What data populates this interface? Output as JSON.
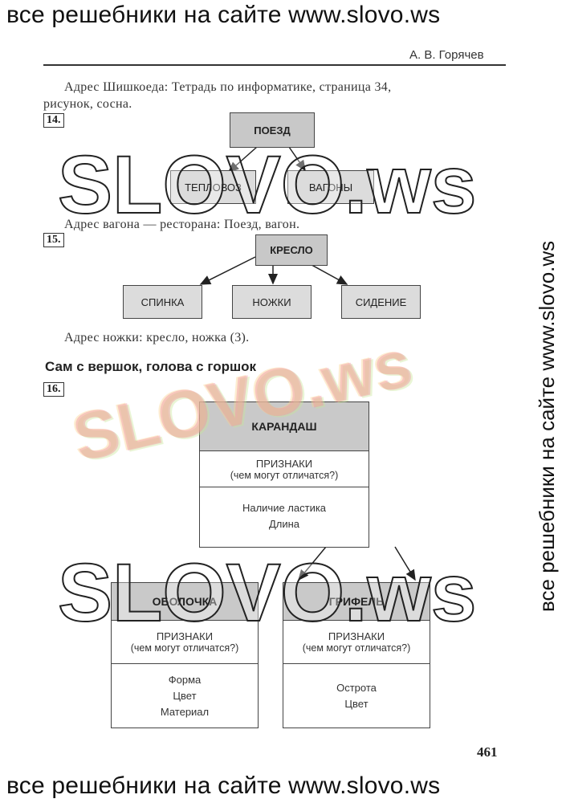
{
  "banner_top": "все решебники на сайте www.slovo.ws",
  "banner_bottom": "все решебники на сайте www.slovo.ws",
  "banner_side": "все решебники на сайте www.slovo.ws",
  "author": "А. В. Горячев",
  "task13_answer": {
    "line1": "Адрес Шишкоеда: Тетрадь по информатике, страница 34,",
    "line2": "рисунок, сосна."
  },
  "task14": {
    "number": "14.",
    "root": "ПОЕЗД",
    "children": [
      "ТЕПЛОВОЗ",
      "ВАГОНЫ"
    ],
    "answer": "Адрес вагона — ресторана: Поезд, вагон."
  },
  "task15": {
    "number": "15.",
    "root": "КРЕСЛО",
    "children": [
      "СПИНКА",
      "НОЖКИ",
      "СИДЕНИЕ"
    ],
    "answer": "Адрес ножки: кресло, ножка (3)."
  },
  "riddle": "Сам с вершок, голова с горшок",
  "task16": {
    "number": "16.",
    "root": {
      "title": "КАРАНДАШ",
      "features_label": "ПРИЗНАКИ",
      "features_sub": "(чем могут отличатся?)",
      "values": [
        "Наличие ластика",
        "Длина"
      ]
    },
    "left": {
      "title": "ОБОЛОЧКА",
      "features_label": "ПРИЗНАКИ",
      "features_sub": "(чем могут отличатся?)",
      "values": [
        "Форма",
        "Цвет",
        "Материал"
      ]
    },
    "right": {
      "title": "ГРИФЕЛЬ",
      "features_label": "ПРИЗНАКИ",
      "features_sub": "(чем могут отличатся?)",
      "values": [
        "Острота",
        "Цвет"
      ]
    }
  },
  "watermark_text": "SLOVO.ws",
  "page_number": "461"
}
